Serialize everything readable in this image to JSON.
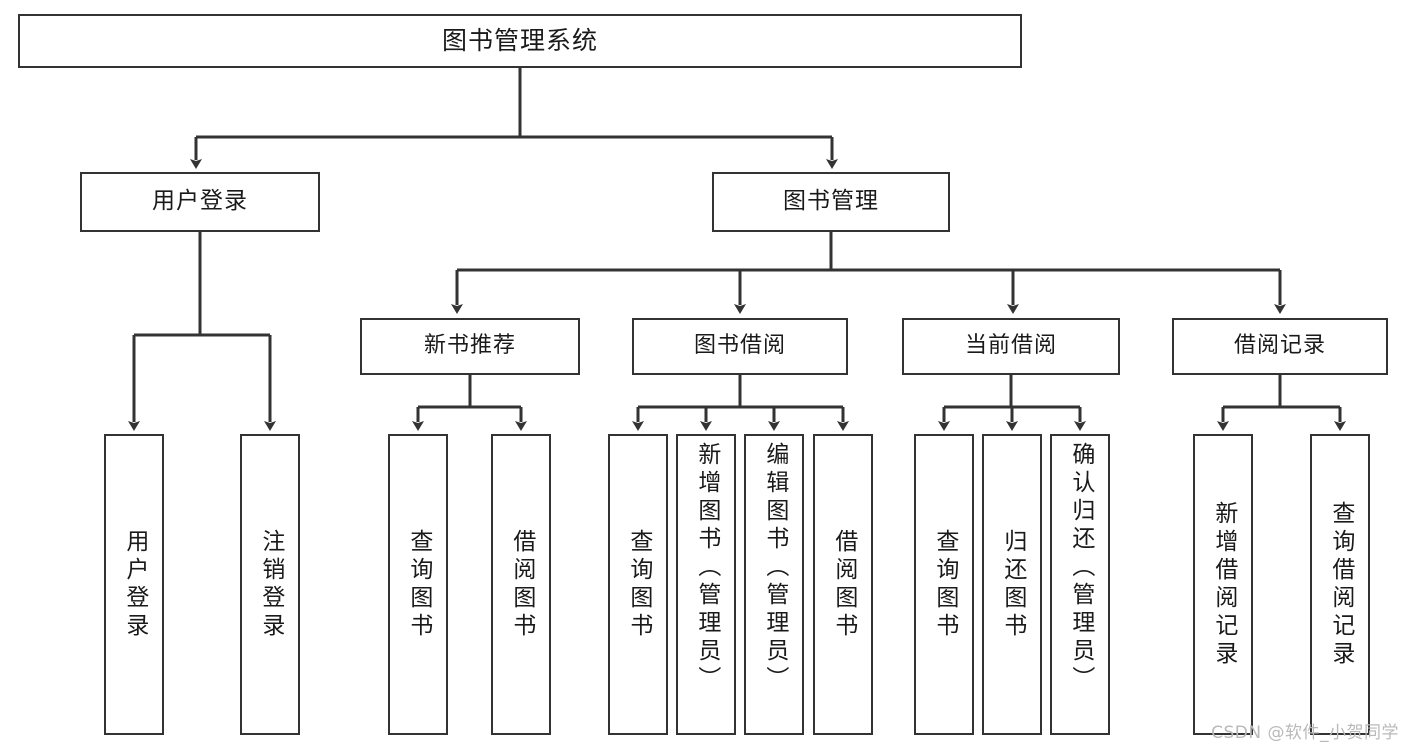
{
  "diagram": {
    "type": "tree-hierarchy",
    "title": "图书管理系统",
    "watermark": "CSDN @软件_小贺同学",
    "colors": {
      "box_border": "#333333",
      "box_fill": "#ffffff",
      "connector": "#333333",
      "text": "#1a1a1a",
      "watermark": "#b9b9b9"
    },
    "root": {
      "label": "图书管理系统"
    },
    "level1": [
      {
        "label": "用户登录"
      },
      {
        "label": "图书管理"
      }
    ],
    "level2": [
      {
        "label": "新书推荐"
      },
      {
        "label": "图书借阅"
      },
      {
        "label": "当前借阅"
      },
      {
        "label": "借阅记录"
      }
    ],
    "leaves": {
      "user_login": [
        {
          "label": "用户登录"
        },
        {
          "label": "注销登录"
        }
      ],
      "new_book_recommend": [
        {
          "label": "查询图书"
        },
        {
          "label": "借阅图书"
        }
      ],
      "book_borrow": [
        {
          "label": "查询图书"
        },
        {
          "label": "新增图书（管理员）"
        },
        {
          "label": "编辑图书（管理员）"
        },
        {
          "label": "借阅图书"
        }
      ],
      "current_borrow": [
        {
          "label": "查询图书"
        },
        {
          "label": "归还图书"
        },
        {
          "label": "确认归还（管理员）"
        }
      ],
      "borrow_record": [
        {
          "label": "新增借阅记录"
        },
        {
          "label": "查询借阅记录"
        }
      ]
    }
  }
}
